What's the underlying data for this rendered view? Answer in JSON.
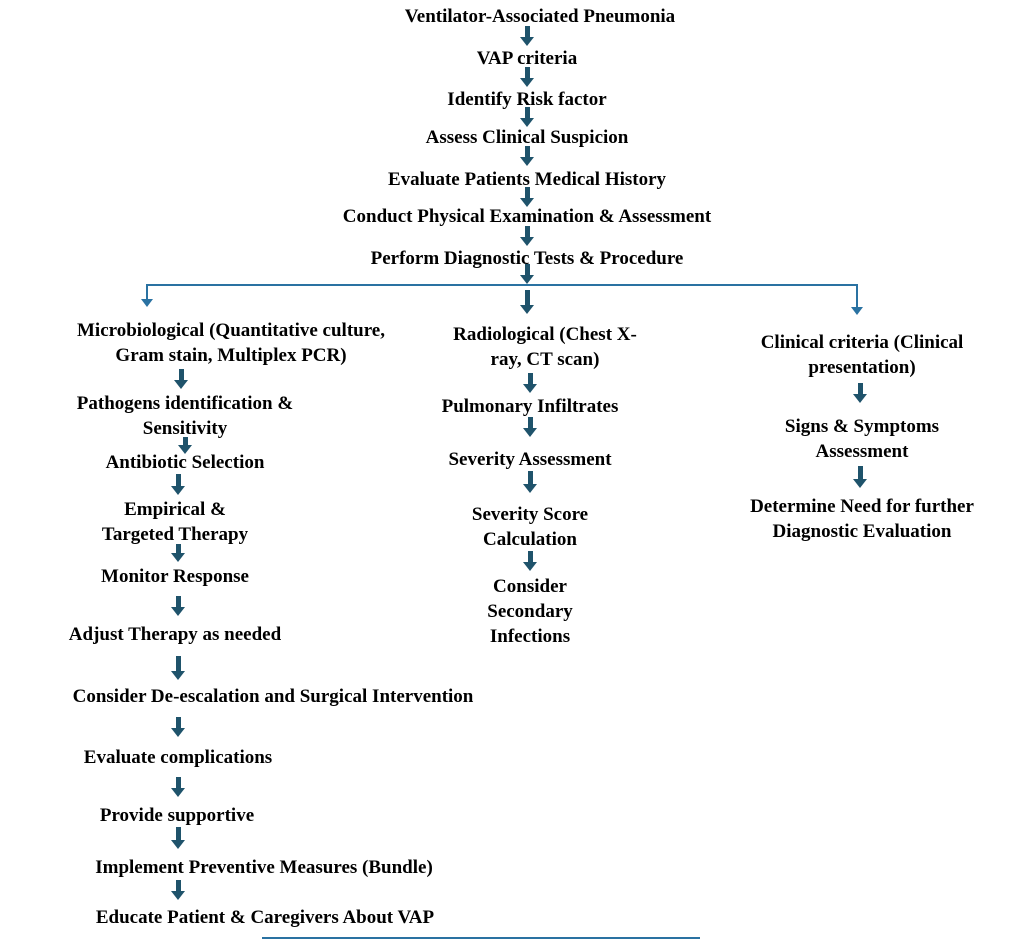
{
  "colors": {
    "arrow": "#1f536b",
    "connector": "#2a72a2",
    "text": "#000000",
    "background": "#ffffff"
  },
  "flowchart": {
    "main_steps": [
      "Ventilator-Associated Pneumonia",
      "VAP criteria",
      "Identify Risk factor",
      "Assess Clinical Suspicion",
      "Evaluate Patients Medical History",
      "Conduct Physical Examination & Assessment",
      "Perform Diagnostic Tests & Procedure"
    ],
    "left_branch": [
      "Microbiological (Quantitative culture,\nGram stain, Multiplex PCR)",
      "Pathogens identification &\nSensitivity",
      "Antibiotic Selection",
      "Empirical &\nTargeted Therapy",
      "Monitor Response",
      "Adjust Therapy as needed",
      "Consider De-escalation and Surgical Intervention",
      "Evaluate complications",
      "Provide supportive",
      "Implement Preventive Measures (Bundle)",
      "Educate Patient & Caregivers About VAP"
    ],
    "middle_branch": [
      "Radiological (Chest X-\nray, CT scan)",
      "Pulmonary Infiltrates",
      "Severity Assessment",
      "Severity Score\nCalculation",
      "Consider\nSecondary\nInfections"
    ],
    "right_branch": [
      "Clinical criteria (Clinical\npresentation)",
      "Signs & Symptoms\nAssessment",
      "Determine Need for further\nDiagnostic Evaluation"
    ]
  }
}
